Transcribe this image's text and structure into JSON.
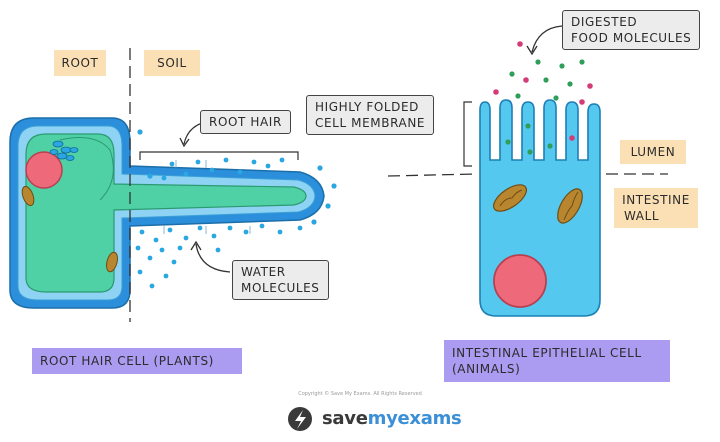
{
  "labels": {
    "root": "ROOT",
    "soil": "SOIL",
    "root_hair": "ROOT HAIR",
    "water_line1": "WATER",
    "water_line2": "MOLECULES",
    "root_hair_cell": "ROOT HAIR CELL (PLANTS)",
    "folded_line1": "HIGHLY FOLDED",
    "folded_line2": "CELL MEMBRANE",
    "digested_line1": "DIGESTED",
    "digested_line2": "FOOD MOLECULES",
    "lumen": "LUMEN",
    "intestine_line1": "INTESTINE",
    "intestine_line2": "WALL",
    "epithelial_line1": "INTESTINAL EPITHELIAL CELL",
    "epithelial_line2": "(ANIMALS)"
  },
  "footer": {
    "copyright": "Copyright © Save My Exams. All Rights Reserved",
    "brand_part1": "save",
    "brand_part2": "myexams"
  },
  "colors": {
    "cell_wall": "#2b8fdc",
    "membrane": "#8fd3f4",
    "cytoplasm": "#4fd1a5",
    "nucleus": "#ee6a7b",
    "mitochondria": "#b8862e",
    "water": "#2aa6e0",
    "food_green": "#2f9e5a",
    "food_pink": "#d43c78",
    "epithelial_cell": "#55c8f0",
    "label_tan": "#fbe0b5",
    "label_grey": "#ececec",
    "label_purple": "#ab9cf2"
  }
}
